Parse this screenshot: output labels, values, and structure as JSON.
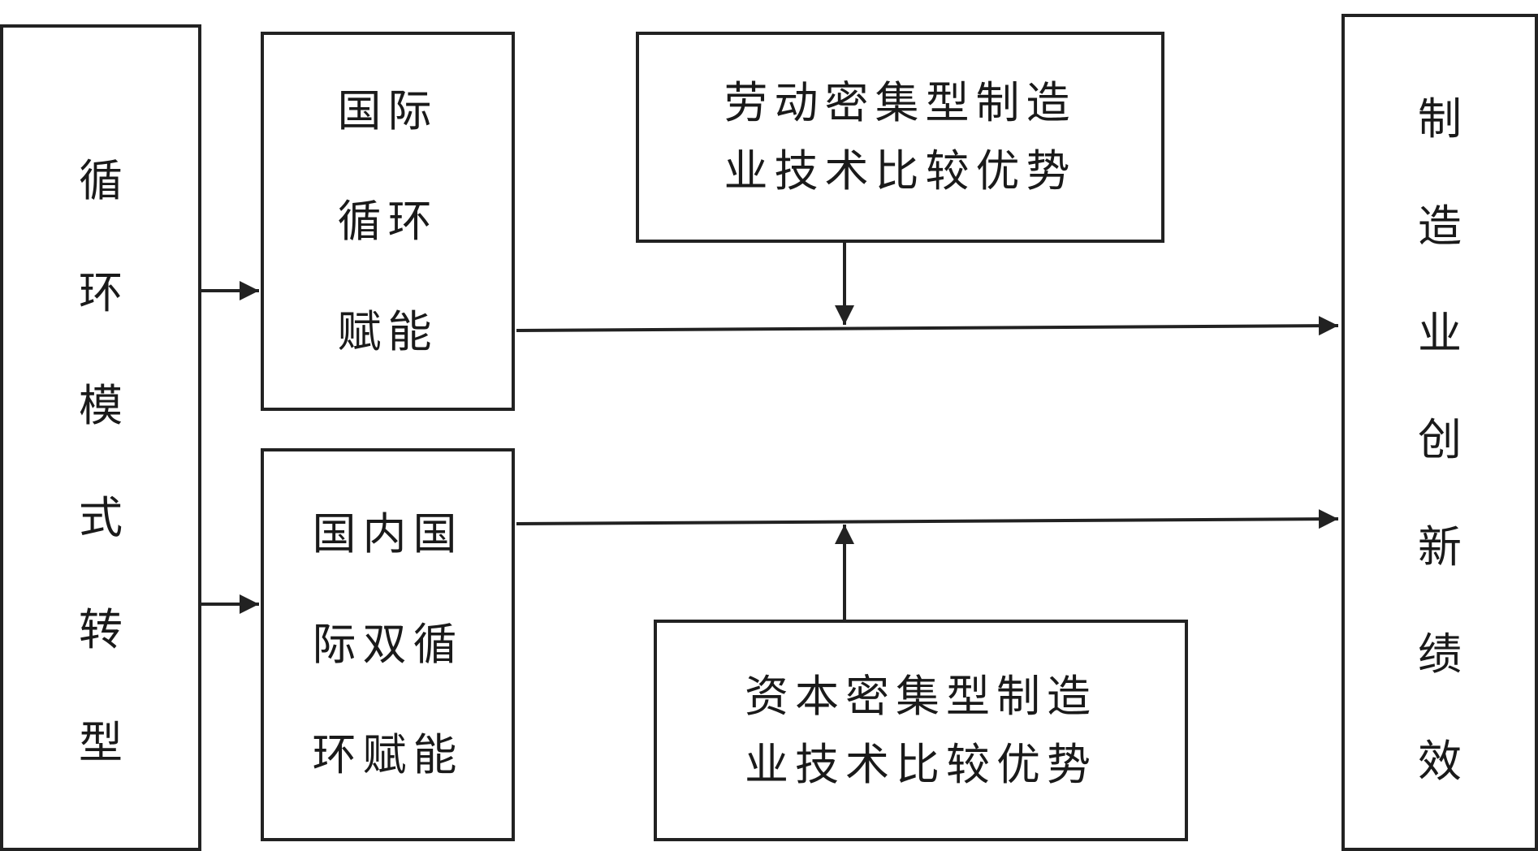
{
  "diagram": {
    "left_box": {
      "label": "循环模式转型",
      "chars": [
        "循",
        "环",
        "模",
        "式",
        "转",
        "型"
      ]
    },
    "international_box": {
      "lines": [
        "国际",
        "循环",
        "赋能"
      ]
    },
    "dual_box": {
      "lines": [
        "国内国",
        "际双循",
        "环赋能"
      ]
    },
    "labor_box": {
      "lines": [
        "劳动密集型制造",
        "业技术比较优势"
      ]
    },
    "capital_box": {
      "lines": [
        "资本密集型制造",
        "业技术比较优势"
      ]
    },
    "right_box": {
      "label": "制造业创新绩效",
      "chars": [
        "制",
        "造",
        "业",
        "创",
        "新",
        "绩",
        "效"
      ]
    }
  }
}
